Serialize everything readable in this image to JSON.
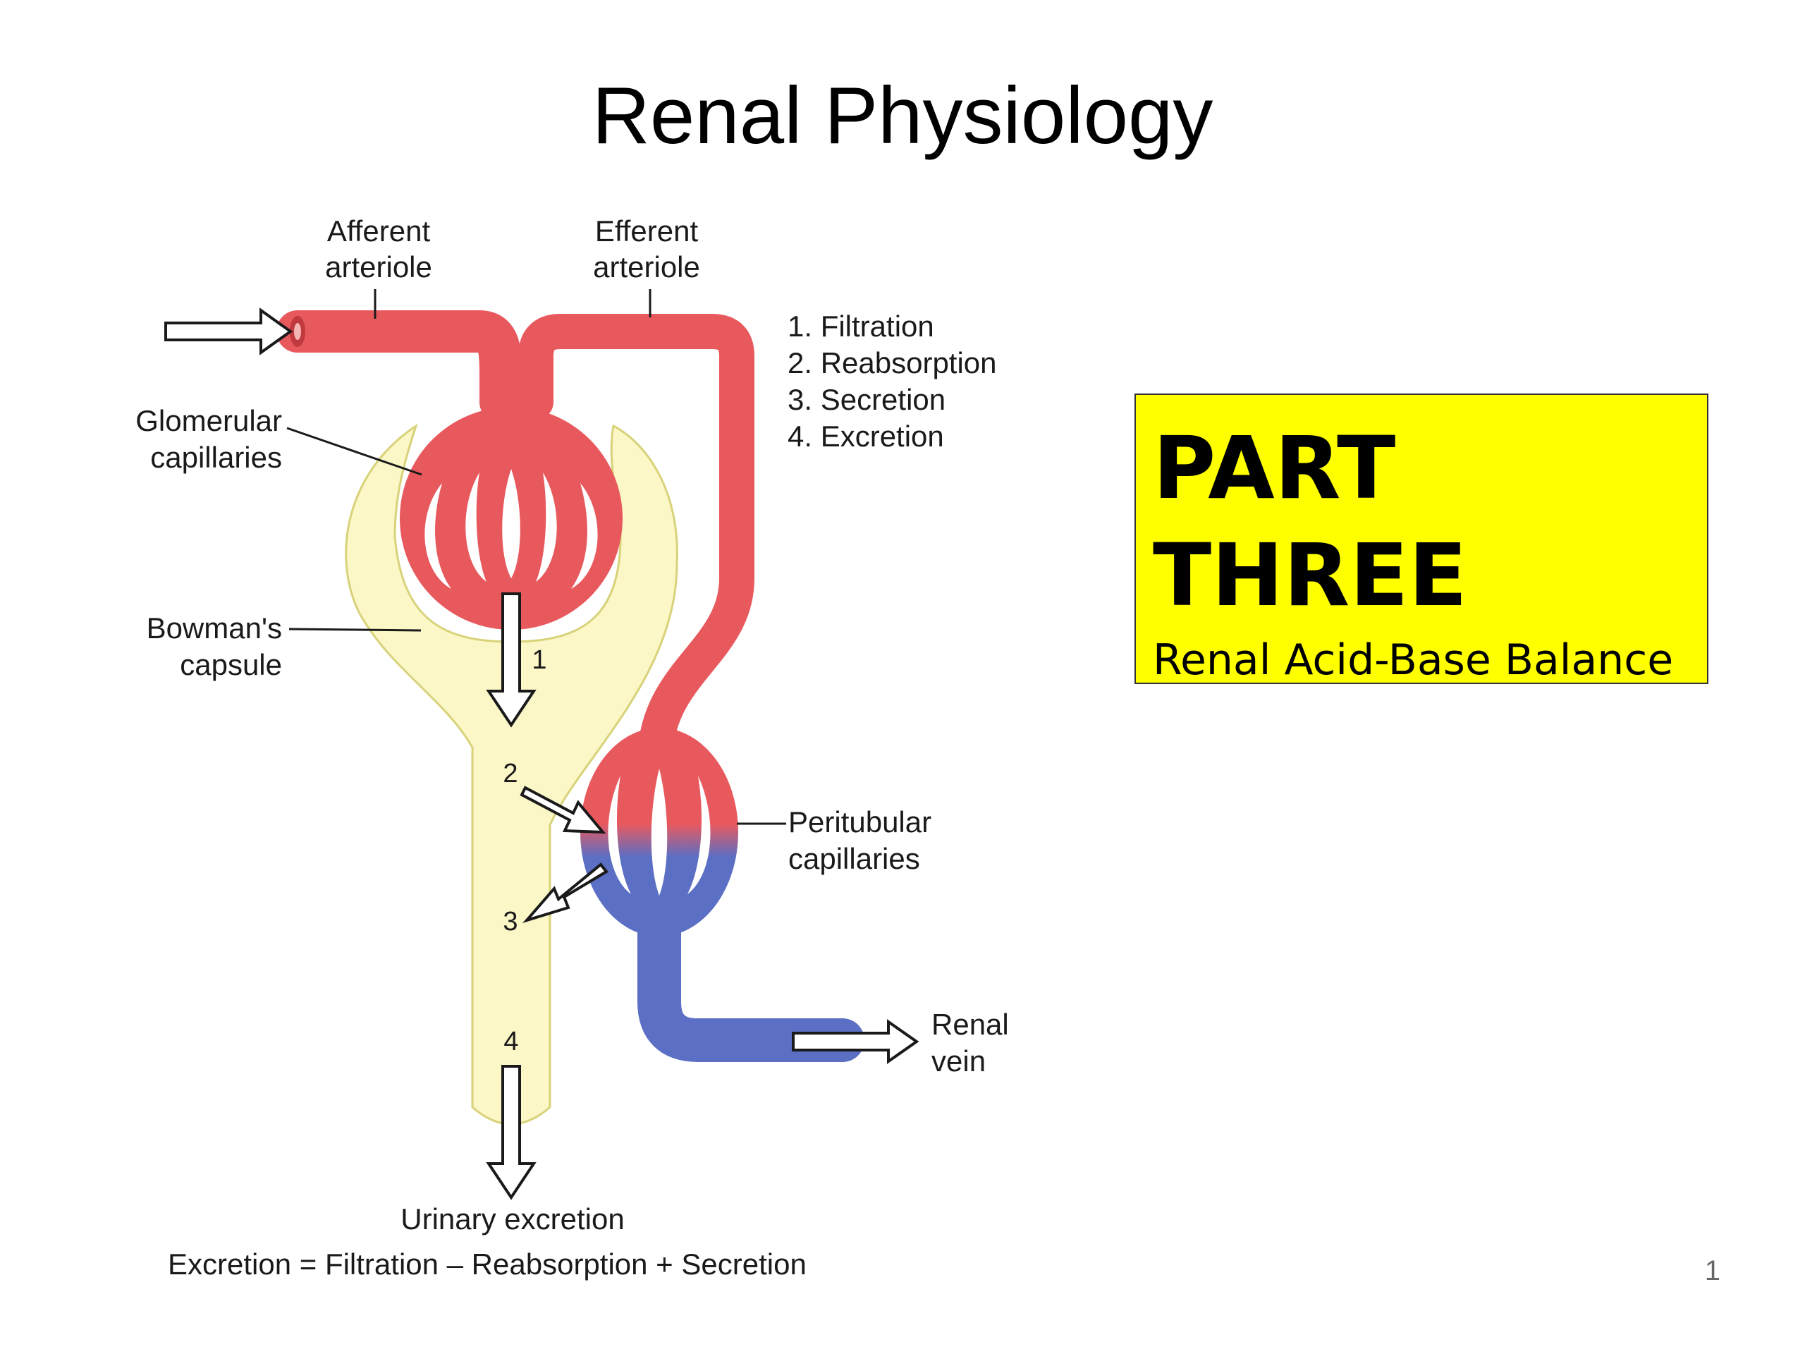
{
  "slide": {
    "title": "Renal Physiology",
    "page_number": "1"
  },
  "diagram": {
    "labels": {
      "afferent_1": "Afferent",
      "afferent_2": "arteriole",
      "efferent_1": "Efferent",
      "efferent_2": "arteriole",
      "glomerular_1": "Glomerular",
      "glomerular_2": "capillaries",
      "bowman_1": "Bowman's",
      "bowman_2": "capsule",
      "peritubular_1": "Peritubular",
      "peritubular_2": "capillaries",
      "renal_vein_1": "Renal",
      "renal_vein_2": "vein",
      "urinary": "Urinary excretion",
      "equation": "Excretion = Filtration – Reabsorption + Secretion"
    },
    "process_list": [
      "1. Filtration",
      "2. Reabsorption",
      "3. Secretion",
      "4. Excretion"
    ],
    "step_markers": [
      "1",
      "2",
      "3",
      "4"
    ],
    "colors": {
      "arterial": "#e8595e",
      "venous": "#5b6fc4",
      "tubule": "#fbf7c6",
      "tubule_outline": "#d8d27a"
    }
  },
  "callout": {
    "line1": "PART",
    "line2": "THREE",
    "subtitle": "Renal Acid-Base Balance",
    "background": "#ffff00"
  }
}
